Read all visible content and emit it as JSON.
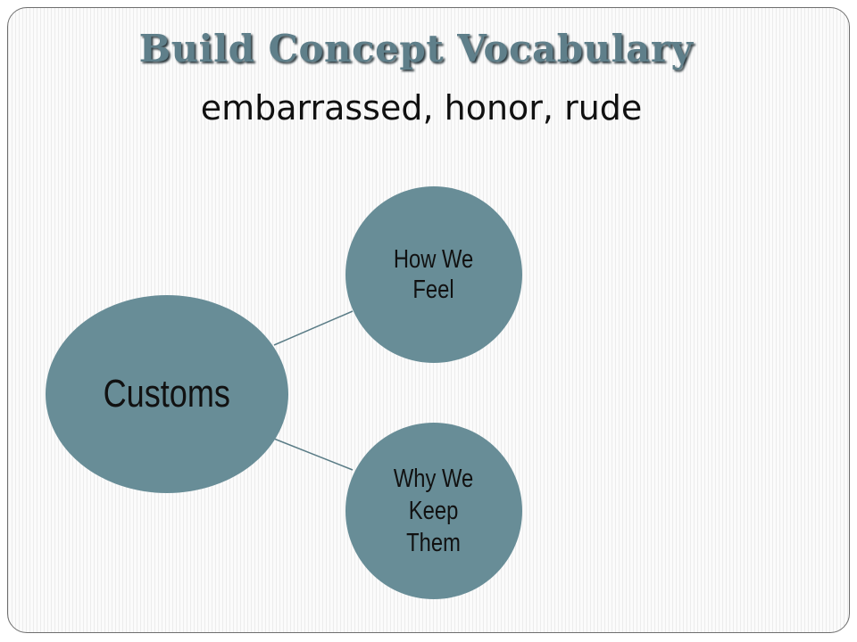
{
  "slide": {
    "title": "Build Concept Vocabulary",
    "subtitle": "embarrassed, honor, rude"
  },
  "diagram": {
    "center": {
      "label": "Customs"
    },
    "branches": [
      {
        "label": "How We\nFeel"
      },
      {
        "label": "Why We\nKeep\nThem"
      }
    ]
  },
  "colors": {
    "node_fill": "#688d97",
    "title_color": "#5f7f8a",
    "connector": "#5a7c86"
  }
}
